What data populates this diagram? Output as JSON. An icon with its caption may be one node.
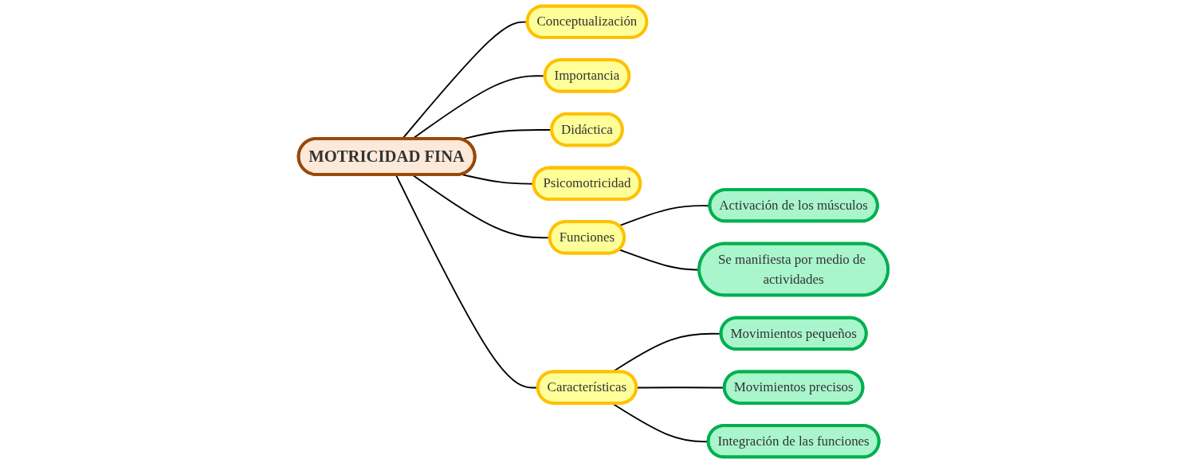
{
  "diagram": {
    "nodes": [
      {
        "text": [
          "MOTRICIDAD FINA"
        ]
      },
      {
        "text": [
          "Conceptualización"
        ]
      },
      {
        "text": [
          "Importancia"
        ]
      },
      {
        "text": [
          "Didáctica"
        ]
      },
      {
        "text": [
          "Psicomotricidad"
        ]
      },
      {
        "text": [
          "Funciones"
        ]
      },
      {
        "text": [
          "Características"
        ]
      },
      {
        "text": [
          "Movimientos pequeños"
        ]
      },
      {
        "text": [
          "Movimientos precisos"
        ]
      },
      {
        "text": [
          "Integración de las funciones"
        ]
      },
      {
        "text": [
          "Activación de los músculos"
        ]
      },
      {
        "text": [
          "Se manifiesta por medio de actividades"
        ]
      }
    ],
    "edges": [
      {
        "from": 0,
        "to": 1,
        "arrow": "none"
      },
      {
        "from": 0,
        "to": 2,
        "arrow": "none"
      },
      {
        "from": 0,
        "to": 3,
        "arrow": "none"
      },
      {
        "from": 0,
        "to": 4,
        "arrow": "none"
      },
      {
        "from": 0,
        "to": 5,
        "arrow": "none"
      },
      {
        "from": 0,
        "to": 6,
        "arrow": "none"
      },
      {
        "from": 6,
        "to": 7,
        "arrow": "none"
      },
      {
        "from": 6,
        "to": 8,
        "arrow": "none"
      },
      {
        "from": 6,
        "to": 9,
        "arrow": "none"
      },
      {
        "from": 5,
        "to": 10,
        "arrow": "none"
      },
      {
        "from": 5,
        "to": 11,
        "arrow": "none"
      }
    ]
  }
}
